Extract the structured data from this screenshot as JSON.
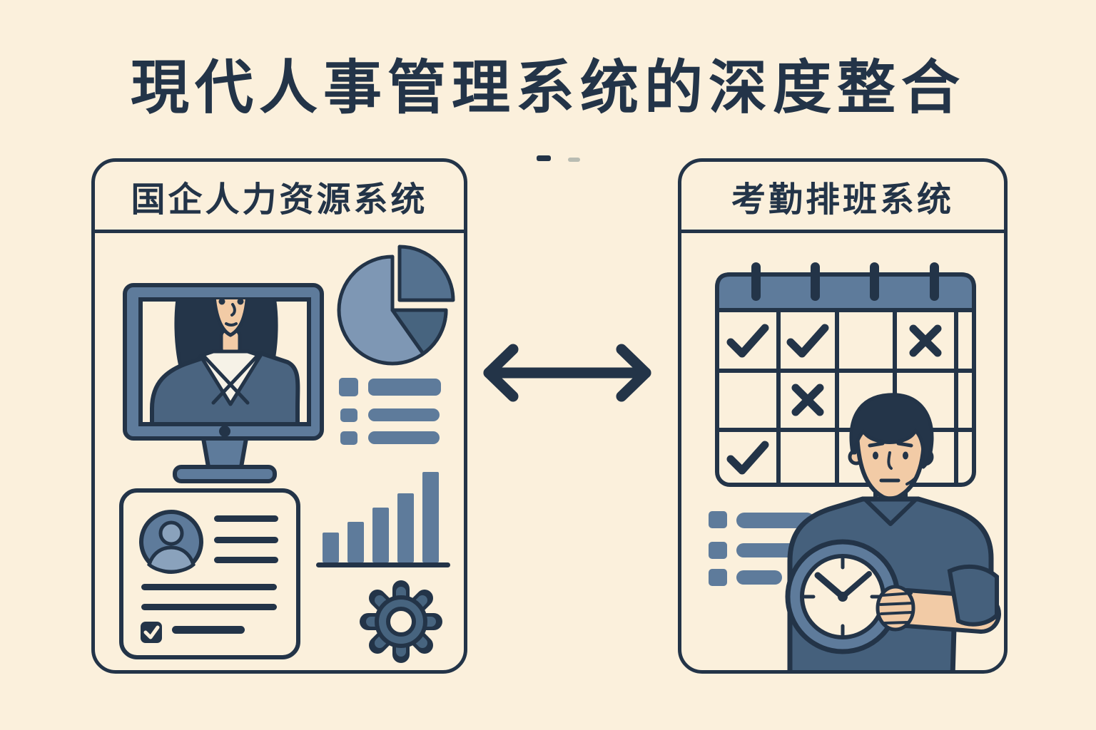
{
  "page": {
    "title": "現代人事管理系统的深度整合"
  },
  "left_panel": {
    "title": "国企人力资源系统",
    "bar_chart": {
      "heights": [
        42,
        57,
        77,
        97,
        127
      ]
    },
    "icons": [
      "monitor-employee",
      "pie-chart",
      "summary-list",
      "id-card",
      "bar-chart",
      "gear"
    ]
  },
  "right_panel": {
    "title": "考勤排班系统",
    "calendar": {
      "marks": [
        [
          "check",
          "check",
          "",
          "cross"
        ],
        [
          "",
          "cross",
          "",
          ""
        ],
        [
          "check",
          "",
          "",
          ""
        ]
      ]
    },
    "icons": [
      "calendar-schedule",
      "summary-list",
      "worker-with-clock"
    ]
  },
  "connector": {
    "type": "double-arrow"
  },
  "colors": {
    "background": "#fbf0dc",
    "ink": "#233448",
    "slate": "#5e7b9b",
    "slate_light": "#7e97b4",
    "slate_mid": "#54718f",
    "slate_dark": "#47647f",
    "skin": "#f2cba6",
    "suit": "#4a6480",
    "shirt": "#f6f2e7",
    "man_shirt": "#45607c",
    "hair": "#243549"
  }
}
